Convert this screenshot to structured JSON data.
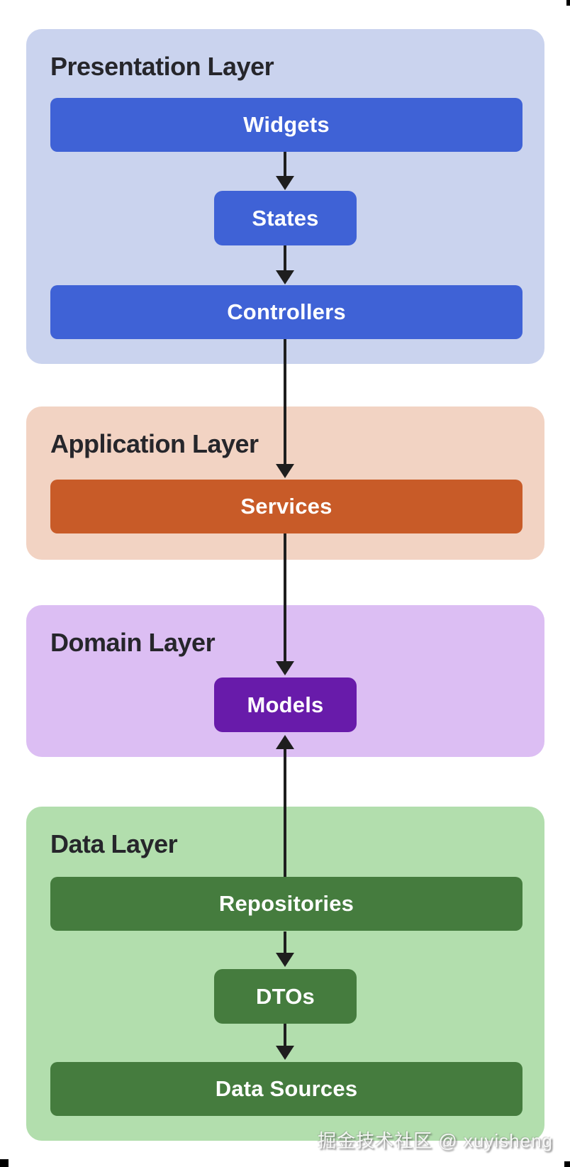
{
  "layers": [
    {
      "title": "Presentation Layer",
      "background_color": "#cad3ee",
      "box_color": "#3f62d6",
      "boxes": [
        {
          "label": "Widgets"
        },
        {
          "label": "States"
        },
        {
          "label": "Controllers"
        }
      ]
    },
    {
      "title": "Application Layer",
      "background_color": "#f2d3c3",
      "box_color": "#c85b28",
      "boxes": [
        {
          "label": "Services"
        }
      ]
    },
    {
      "title": "Domain Layer",
      "background_color": "#dcbef3",
      "box_color": "#681baa",
      "boxes": [
        {
          "label": "Models"
        }
      ]
    },
    {
      "title": "Data Layer",
      "background_color": "#b2dead",
      "box_color": "#457c3e",
      "boxes": [
        {
          "label": "Repositories"
        },
        {
          "label": "DTOs"
        },
        {
          "label": "Data Sources"
        }
      ]
    }
  ],
  "connections": [
    {
      "from": "Widgets",
      "to": "States",
      "direction": "down"
    },
    {
      "from": "States",
      "to": "Controllers",
      "direction": "down"
    },
    {
      "from": "Controllers",
      "to": "Services",
      "direction": "down"
    },
    {
      "from": "Services",
      "to": "Models",
      "direction": "down"
    },
    {
      "from": "Repositories",
      "to": "Models",
      "direction": "up"
    },
    {
      "from": "Repositories",
      "to": "DTOs",
      "direction": "down"
    },
    {
      "from": "DTOs",
      "to": "Data Sources",
      "direction": "down"
    }
  ],
  "watermark": "掘金技术社区 @ xuyisheng",
  "colors": {
    "page_background": "#ffffff",
    "arrow": "#1e1e1e",
    "title_text": "#26262b",
    "box_text": "#ffffff"
  }
}
